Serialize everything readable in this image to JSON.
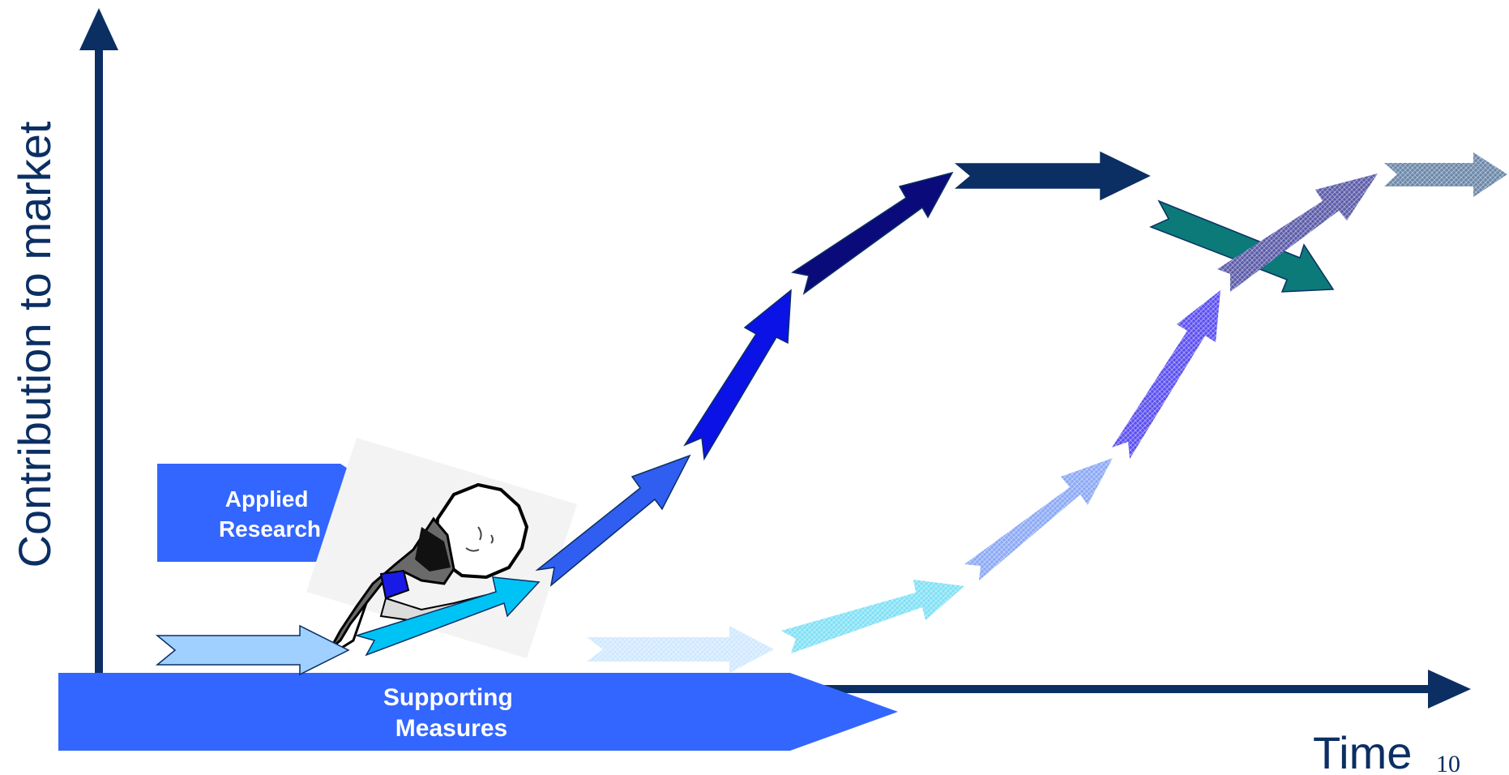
{
  "axes": {
    "y_label": "Contribution to market",
    "x_label": "Time",
    "page_number": "10"
  },
  "labels": {
    "applied_research": [
      "Applied",
      "Research"
    ],
    "supporting_measures": [
      "Supporting",
      "Measures"
    ]
  },
  "colors": {
    "axis": "#0b2f63",
    "label_fill": "#3366ff",
    "label_text": "#ffffff",
    "early_light": "#9fd0ff",
    "early_cyan": "#00c3f5",
    "blue_mid": "#2f5ef0",
    "blue_strong": "#0a12e6",
    "navy": "#0a0a7a",
    "dark_navy": "#0b2f63",
    "teal": "#0b7a78",
    "faded_light": "#cfe8ff",
    "faded_cyan": "#7fe0f5",
    "faded_periwinkle": "#8aa8f5",
    "faded_violet": "#5a4ef0",
    "faded_purple": "#5a5aa8",
    "faded_slate": "#6a86a8"
  },
  "figure": {
    "description_icon": "sisyphus-pushing-boulder-icon"
  }
}
